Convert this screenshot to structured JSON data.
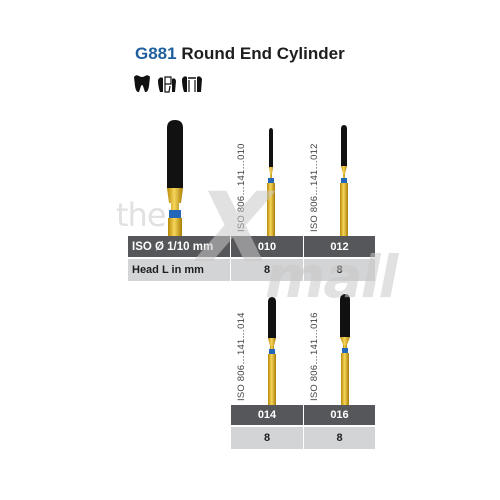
{
  "title": {
    "code": "G881",
    "name": "Round End Cylinder"
  },
  "indications": [
    {
      "icon": "tooth-crown-icon"
    },
    {
      "icon": "tooth-preparation-icon"
    },
    {
      "icon": "tooth-bridge-icon"
    }
  ],
  "watermark": {
    "prefix": "the",
    "letter": "X",
    "suffix": "mall"
  },
  "table_top": {
    "iso_label": "ISO Ø 1/10 mm",
    "head_label": "Head L in mm",
    "sizes": [
      {
        "iso_code": "ISO 806…141…010",
        "iso": "010",
        "head_l": "8"
      },
      {
        "iso_code": "ISO 806…141…012",
        "iso": "012",
        "head_l": "8"
      }
    ]
  },
  "table_bottom": {
    "sizes": [
      {
        "iso_code": "ISO 806…141…014",
        "iso": "014",
        "head_l": "8"
      },
      {
        "iso_code": "ISO 806…141…016",
        "iso": "016",
        "head_l": "8"
      }
    ]
  },
  "colors": {
    "code_blue": "#1f5f9e",
    "header_dark": "#56575a",
    "row_light": "#d3d4d6",
    "shank_gold": "#e3b512",
    "head_black": "#111111",
    "ring_blue": "#2467b8"
  }
}
